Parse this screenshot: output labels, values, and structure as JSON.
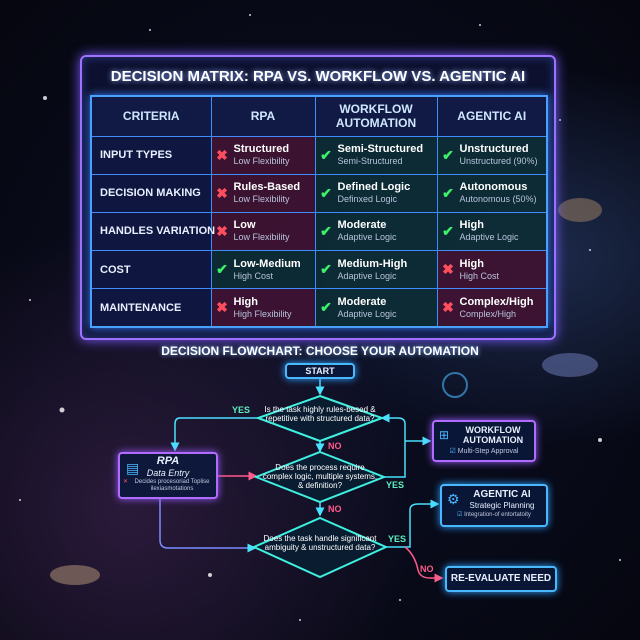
{
  "matrix": {
    "title": "DECISION MATRIX: RPA VS. WORKFLOW VS. AGENTIC AI",
    "headers": [
      "CRITERIA",
      "RPA",
      "WORKFLOW AUTOMATION",
      "AGENTIC AI"
    ],
    "rows": [
      {
        "criteria": "INPUT TYPES",
        "cells": [
          {
            "status": "cross",
            "main": "Structured",
            "sub": "Low Flexibility"
          },
          {
            "status": "check",
            "main": "Semi-Structured",
            "sub": "Semi-Structured"
          },
          {
            "status": "check",
            "main": "Unstructured",
            "sub": "Unstructured (90%)"
          }
        ]
      },
      {
        "criteria": "DECISION MAKING",
        "cells": [
          {
            "status": "cross",
            "main": "Rules-Based",
            "sub": "Low Flexibility"
          },
          {
            "status": "check",
            "main": "Defined Logic",
            "sub": "Definxed Logic"
          },
          {
            "status": "check",
            "main": "Autonomous",
            "sub": "Autonomous (50%)"
          }
        ]
      },
      {
        "criteria": "HANDLES VARIATION",
        "cells": [
          {
            "status": "cross",
            "main": "Low",
            "sub": "Low Flexibility"
          },
          {
            "status": "check",
            "main": "Moderate",
            "sub": "Adaptive Logic"
          },
          {
            "status": "check",
            "main": "High",
            "sub": "Adaptive Logic"
          }
        ]
      },
      {
        "criteria": "COST",
        "cells": [
          {
            "status": "check",
            "main": "Low-Medium",
            "sub": "High Cost"
          },
          {
            "status": "check",
            "main": "Medium-High",
            "sub": "Adaptive Logic"
          },
          {
            "status": "cross",
            "main": "High",
            "sub": "High Cost"
          }
        ]
      },
      {
        "criteria": "MAINTENANCE",
        "cells": [
          {
            "status": "cross",
            "main": "High",
            "sub": "High Flexibility"
          },
          {
            "status": "check",
            "main": "Moderate",
            "sub": "Adaptive Logic"
          },
          {
            "status": "cross",
            "main": "Complex/High",
            "sub": "Complex/High"
          }
        ]
      }
    ]
  },
  "flowchart": {
    "title": "DECISION FLOWCHART: CHOOSE YOUR AUTOMATION",
    "start": "START",
    "q1": "Is the task highly rules-besed & repetitive with structured data?",
    "q2": "Does the process require complex logic, multiple systems, & definition?",
    "q3": "Does the task handle significant ambiguity & unstructured data?",
    "yes": "YES",
    "no": "NO",
    "rpa": {
      "title": "RPA",
      "subtitle": "Data Entry",
      "note": "Decides procesoriad Toplise ilexiasmotations"
    },
    "workflow": {
      "title": "WORKFLOW AUTOMATION",
      "note": "Multi-Step Approval"
    },
    "agentic": {
      "title": "AGENTIC AI",
      "subtitle": "Strategic Planning",
      "note": "Integration-of entortatoity"
    },
    "reevaluate": "RE-EVALUATE NEED"
  },
  "colors": {
    "check": "#3cf06a",
    "cross": "#ff4f5e",
    "accent": "#4ab8ff",
    "purple": "#a070ff"
  }
}
